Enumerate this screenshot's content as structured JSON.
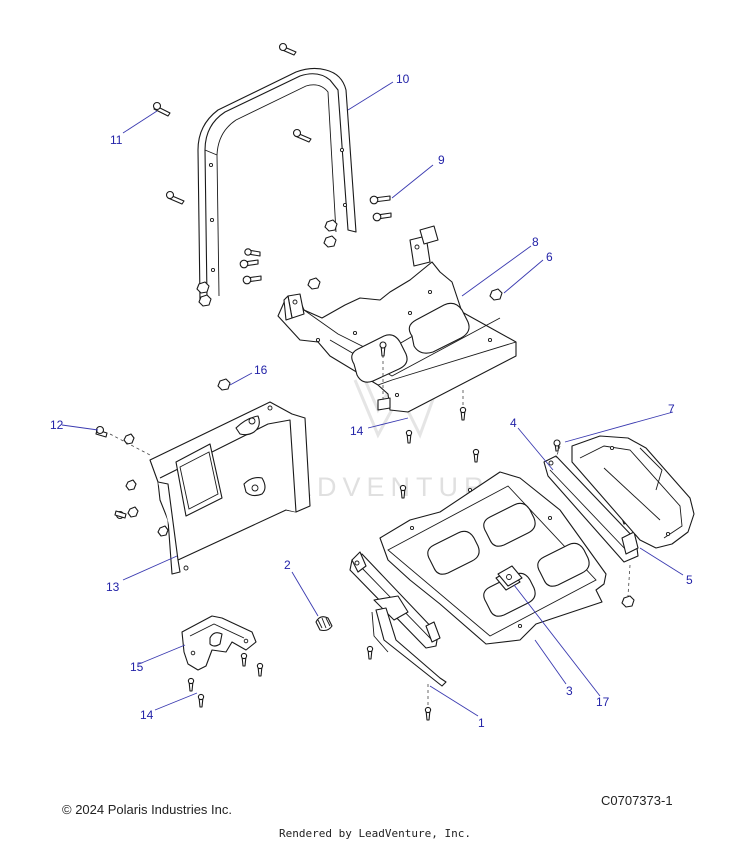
{
  "watermark": {
    "text": "LEADVENTURE"
  },
  "callouts": [
    {
      "id": "10",
      "label": "10"
    },
    {
      "id": "11",
      "label": "11"
    },
    {
      "id": "9",
      "label": "9"
    },
    {
      "id": "8",
      "label": "8"
    },
    {
      "id": "6",
      "label": "6"
    },
    {
      "id": "16",
      "label": "16"
    },
    {
      "id": "12",
      "label": "12"
    },
    {
      "id": "14a",
      "label": "14"
    },
    {
      "id": "4",
      "label": "4"
    },
    {
      "id": "7",
      "label": "7"
    },
    {
      "id": "13",
      "label": "13"
    },
    {
      "id": "5",
      "label": "5"
    },
    {
      "id": "2",
      "label": "2"
    },
    {
      "id": "15",
      "label": "15"
    },
    {
      "id": "3",
      "label": "3"
    },
    {
      "id": "17",
      "label": "17"
    },
    {
      "id": "14b",
      "label": "14"
    },
    {
      "id": "1",
      "label": "1"
    }
  ],
  "footer": {
    "copyright": "© 2024 Polaris Industries Inc.",
    "drawing_id": "C0707373-1",
    "rendered_by": "Rendered by LeadVenture, Inc."
  }
}
